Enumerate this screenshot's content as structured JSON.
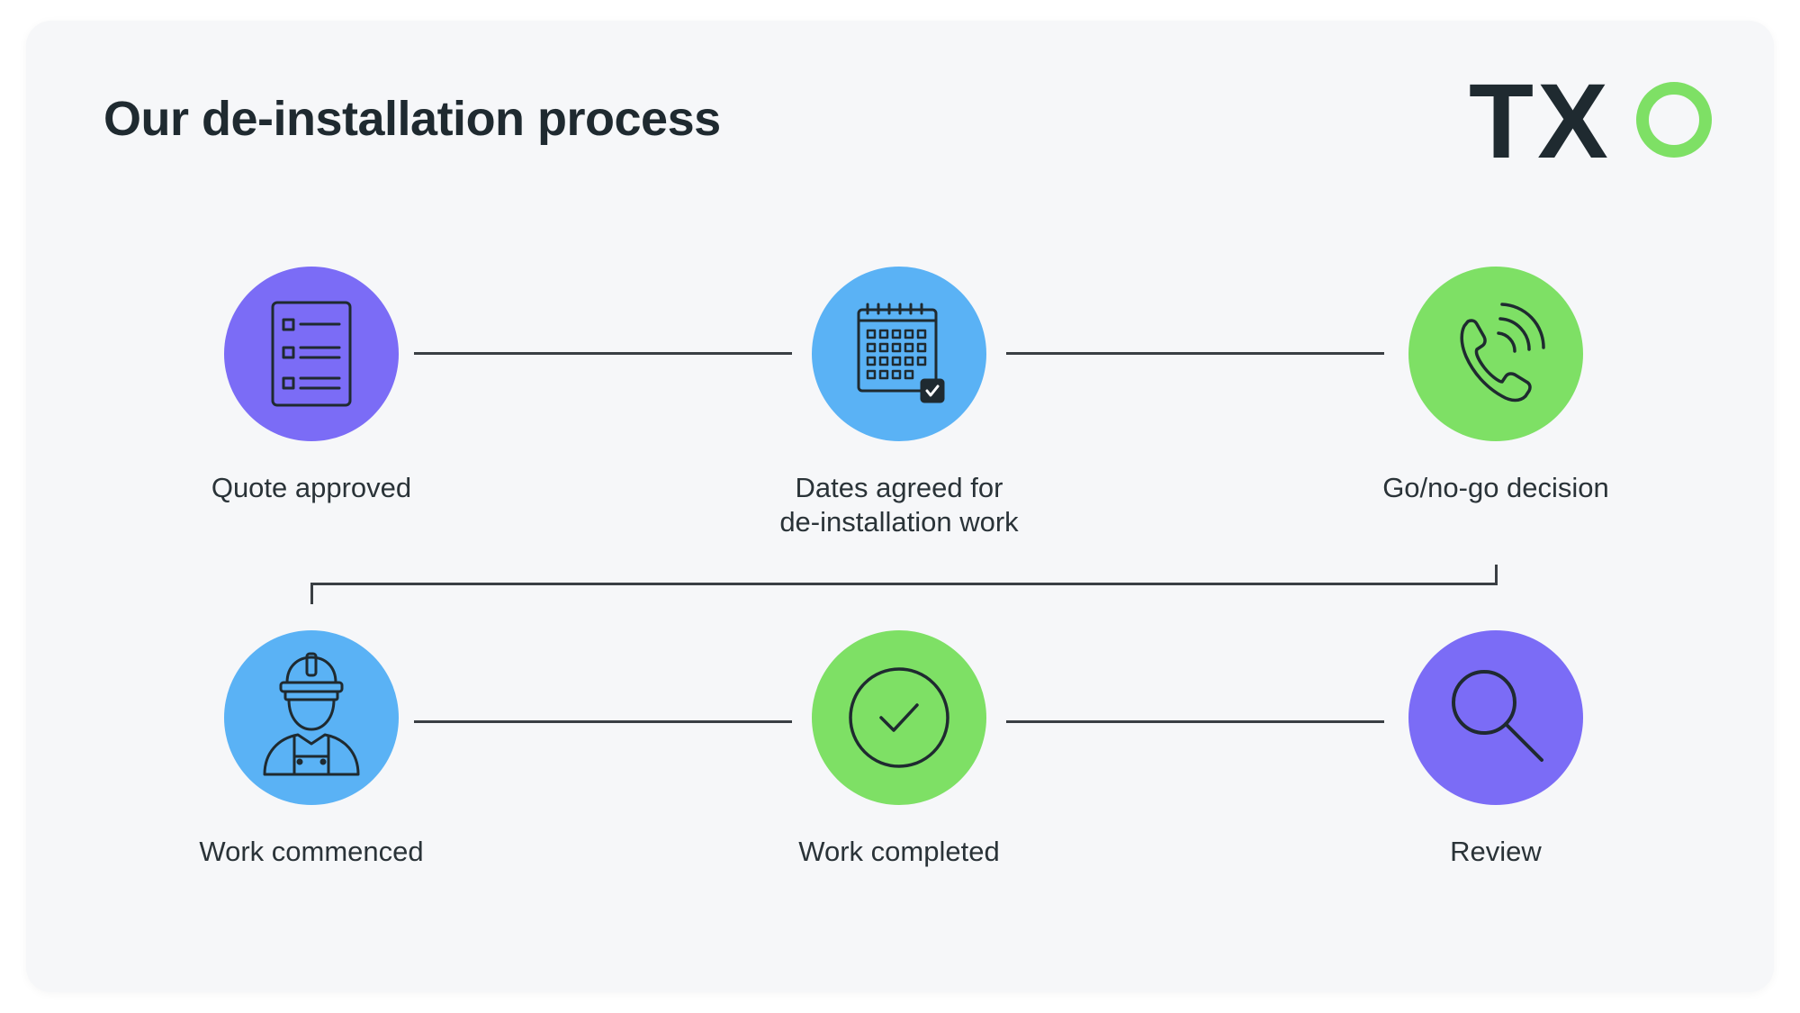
{
  "title": "Our de-installation process",
  "logo": {
    "text": "TX",
    "ring_color": "#7ee065",
    "text_color": "#1f2a30"
  },
  "colors": {
    "purple": "#7b6cf6",
    "blue": "#5ab2f5",
    "green": "#7ee065",
    "icon_stroke": "#1f2a30",
    "line": "#3a3f44",
    "background": "#f6f7f9"
  },
  "steps": [
    {
      "label": "Quote approved",
      "icon": "checklist-icon",
      "color": "#7b6cf6"
    },
    {
      "label": "Dates agreed for\nde-installation work",
      "icon": "calendar-check-icon",
      "color": "#5ab2f5"
    },
    {
      "label": "Go/no-go decision",
      "icon": "phone-icon",
      "color": "#7ee065"
    },
    {
      "label": "Work commenced",
      "icon": "worker-icon",
      "color": "#5ab2f5"
    },
    {
      "label": "Work completed",
      "icon": "check-circle-icon",
      "color": "#7ee065"
    },
    {
      "label": "Review",
      "icon": "magnifier-icon",
      "color": "#7b6cf6"
    }
  ]
}
